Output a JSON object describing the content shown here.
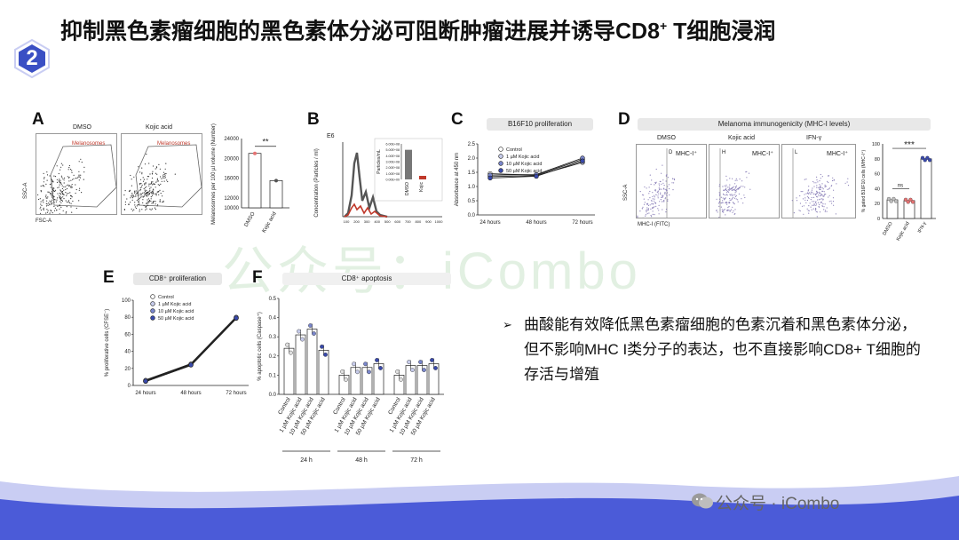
{
  "slide": {
    "number": "2",
    "title_main": "抑制黑色素瘤细胞的黑色素体分泌可阻断肿瘤进展并诱导CD8",
    "title_sup": "+",
    "title_rest": "  T细胞浸润",
    "bullet": "曲酸能有效降低黑色素瘤细胞的色素沉着和黑色素体分泌，但不影响MHC I类分子的表达，也不直接影响CD8+ T细胞的存活与增殖",
    "watermark_center": "公众号：iCombo",
    "watermark_bottom": "公众号 · iCombo",
    "colors": {
      "accent": "#3a4fc4",
      "band_light": "#c9cdf3",
      "band_dark": "#4b5bd8"
    }
  },
  "panels": {
    "A": {
      "letter": "A",
      "dmso": "DMSO",
      "kojic": "Kojic acid",
      "gate": "Melanosomes",
      "ssc": "SSC-A",
      "fsc": "FSC-A",
      "gate_a": "A",
      "gate_b": "B",
      "sig": "**"
    },
    "B": {
      "letter": "B",
      "e6": "E6",
      "inset_dmso": "DMSO",
      "inset_kojic": "Kojic"
    },
    "C": {
      "letter": "C",
      "title": "B16F10 proliferation"
    },
    "D": {
      "letter": "D",
      "title": "Melanoma immunogenicity (MHC-I levels)",
      "dmso": "DMSO",
      "kojic": "Kojic acid",
      "ifn": "IFN-γ",
      "mhc": "MHC-I⁺",
      "ssc": "SSC-A",
      "x": "MHC-I (FITC)",
      "ns": "ns",
      "sig": "***",
      "gate_d": "D",
      "gate_h": "H",
      "gate_l": "L"
    },
    "E": {
      "letter": "E",
      "title": "CD8⁺ proliferation"
    },
    "F": {
      "letter": "F",
      "title": "CD8⁺ apoptosis"
    }
  },
  "chart_data": [
    {
      "id": "A-bar",
      "type": "bar",
      "categories": [
        "DMSO",
        "Kojic acid"
      ],
      "values": [
        21000,
        15500
      ],
      "ylabel": "Melanosomes per 100 µl volume (Number)",
      "ylim": [
        10000,
        24000
      ],
      "ticks": [
        "24000",
        "20000",
        "16000",
        "12000",
        "10000"
      ]
    },
    {
      "id": "B-line",
      "type": "line",
      "ylabel": "Concentration (Particles / ml)",
      "x_ticks": [
        "100",
        "200",
        "300",
        "400",
        "500",
        "600",
        "700",
        "800",
        "900",
        "1000"
      ],
      "inset": {
        "type": "bar",
        "categories": [
          "DMSO",
          "Kojic"
        ],
        "values": [
          500000000.0,
          60000000.0
        ],
        "ylabel": "Particles/mL",
        "ticks": [
          "6.00E+08",
          "5.00E+08",
          "4.00E+08",
          "3.00E+08",
          "2.00E+08",
          "1.00E+08",
          "0.00E+00"
        ]
      }
    },
    {
      "id": "C-line",
      "type": "line",
      "title": "B16F10 proliferation",
      "ylabel": "Absorbance at 450 nm",
      "categories": [
        "24 hours",
        "48 hours",
        "72 hours"
      ],
      "ylim": [
        0,
        2.5
      ],
      "ticks": [
        "2.5",
        "2.0",
        "1.5",
        "1.0",
        "0.5",
        "0.0"
      ],
      "series": [
        {
          "name": "Control",
          "values": [
            1.45,
            1.4,
            1.95
          ]
        },
        {
          "name": "1 µM Kojic acid",
          "values": [
            1.35,
            1.38,
            1.85
          ]
        },
        {
          "name": "10 µM Kojic acid",
          "values": [
            1.4,
            1.42,
            2.0
          ]
        },
        {
          "name": "50 µM Kojic acid",
          "values": [
            1.3,
            1.36,
            1.9
          ]
        }
      ]
    },
    {
      "id": "D-bar",
      "type": "bar",
      "categories": [
        "DMSO",
        "Kojic acid",
        "IFN-γ"
      ],
      "values": [
        25,
        24,
        80
      ],
      "ylabel": "% gated B16F10 cells (MHC-I⁺)",
      "ylim": [
        0,
        100
      ],
      "ticks": [
        "100",
        "80",
        "60",
        "40",
        "20",
        "0"
      ]
    },
    {
      "id": "E-line",
      "type": "line",
      "title": "CD8⁺ proliferation",
      "ylabel": "% proliferative cells (CFSE⁻)",
      "categories": [
        "24 hours",
        "48 hours",
        "72 hours"
      ],
      "ylim": [
        0,
        100
      ],
      "ticks": [
        "100",
        "80",
        "60",
        "40",
        "20",
        "0"
      ],
      "series": [
        {
          "name": "Control",
          "values": [
            5,
            24,
            79
          ]
        },
        {
          "name": "1 µM Kojic acid",
          "values": [
            5,
            25,
            79
          ]
        },
        {
          "name": "10 µM Kojic acid",
          "values": [
            6,
            25,
            80
          ]
        },
        {
          "name": "50 µM Kojic acid",
          "values": [
            5,
            24,
            79
          ]
        }
      ]
    },
    {
      "id": "F-bar",
      "type": "bar",
      "title": "CD8⁺ apoptosis",
      "ylabel": "% apoptotic cells (Caspase⁺)",
      "ylim": [
        0,
        0.5
      ],
      "ticks": [
        "0.5",
        "0.4",
        "0.3",
        "0.2",
        "0.1",
        "0.0"
      ],
      "categories": [
        "Control",
        "1 µM Kojic acid",
        "10 µM Kojic acid",
        "50 µM Kojic acid"
      ],
      "groups": [
        "24 h",
        "48 h",
        "72 h"
      ],
      "series": [
        {
          "name": "24 h",
          "values": [
            0.24,
            0.31,
            0.34,
            0.23
          ]
        },
        {
          "name": "48 h",
          "values": [
            0.1,
            0.14,
            0.14,
            0.16
          ]
        },
        {
          "name": "72 h",
          "values": [
            0.1,
            0.15,
            0.15,
            0.16
          ]
        }
      ]
    }
  ]
}
